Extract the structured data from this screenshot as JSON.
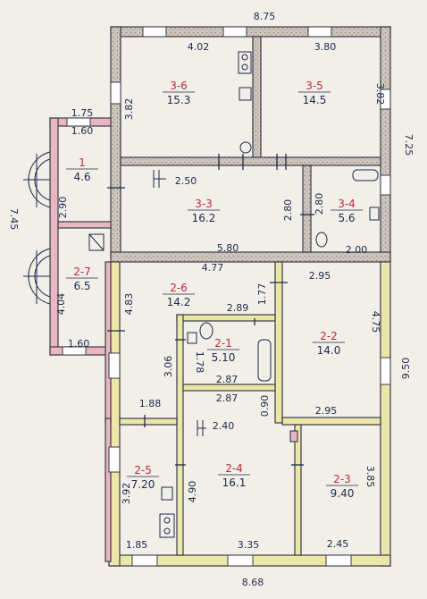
{
  "plan": {
    "outer_dims": {
      "top_width": "8.75",
      "bottom_width": "8.68",
      "right_upper_height": "7.25",
      "right_lower_height": "9.50",
      "left_upper_height": "7.45"
    },
    "rooms": [
      {
        "id": "3-6",
        "area": "15.3",
        "dims": [
          "4.02",
          "3.82"
        ]
      },
      {
        "id": "3-5",
        "area": "14.5",
        "dims": [
          "3.80",
          "3.82"
        ]
      },
      {
        "id": "1",
        "area": "4.6",
        "dims": [
          "1.75",
          "1.60",
          "2.90"
        ]
      },
      {
        "id": "3-3",
        "area": "16.2",
        "dims": [
          "2.50",
          "2.80",
          "5.80"
        ]
      },
      {
        "id": "3-4",
        "area": "5.6",
        "dims": [
          "2.80",
          "2.00"
        ]
      },
      {
        "id": "2-7",
        "area": "6.5",
        "dims": [
          "4.04",
          "1.60"
        ]
      },
      {
        "id": "2-6",
        "area": "14.2",
        "dims": [
          "4.77",
          "4.83",
          "1.77",
          "2.89"
        ]
      },
      {
        "id": "2-1",
        "area": "5.10",
        "dims": [
          "1.78",
          "3.06",
          "2.87"
        ]
      },
      {
        "id": "2-2",
        "area": "14.0",
        "dims": [
          "2.95",
          "4.75",
          "2.95"
        ]
      },
      {
        "id": "2-4",
        "area": "16.1",
        "dims": [
          "2.87",
          "2.40",
          "4.90",
          "0.90",
          "3.35"
        ]
      },
      {
        "id": "2-5",
        "area": "7.20",
        "dims": [
          "1.88",
          "3.92",
          "1.85"
        ]
      },
      {
        "id": "2-3",
        "area": "9.40",
        "dims": [
          "3.85",
          "2.45"
        ]
      }
    ]
  },
  "colors": {
    "paper": "#f2efe9",
    "wall_fill": "#cfc7be",
    "wall_line": "#3a3a4a",
    "pink_wall": "#e8b7c0",
    "yellow_wall": "#ece7a8",
    "text": "#1b2a4a",
    "room_id": "#c0283b"
  }
}
